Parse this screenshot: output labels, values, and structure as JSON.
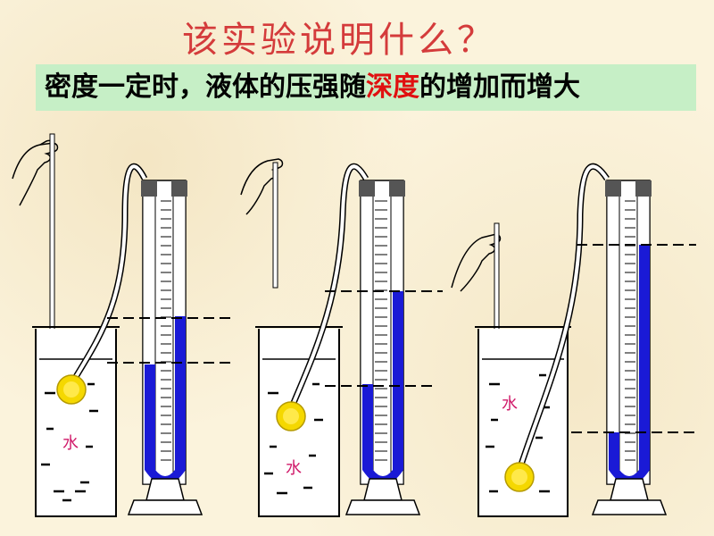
{
  "slide": {
    "question": "该实验说明什么？",
    "conclusion": {
      "before": "密度一定时，液体的压强随",
      "highlight": "深度",
      "after": "的增加而增大"
    }
  },
  "colors": {
    "question": "#d43b3b",
    "conclusion_band": "#c6efc6",
    "highlight": "#e01010",
    "liquid": "#1a1ad6",
    "water_label": "#d01a6a",
    "probe": "#f5d800"
  },
  "setups": [
    {
      "water_label": "水"
    },
    {
      "water_label": "水"
    },
    {
      "water_label": "水"
    }
  ]
}
